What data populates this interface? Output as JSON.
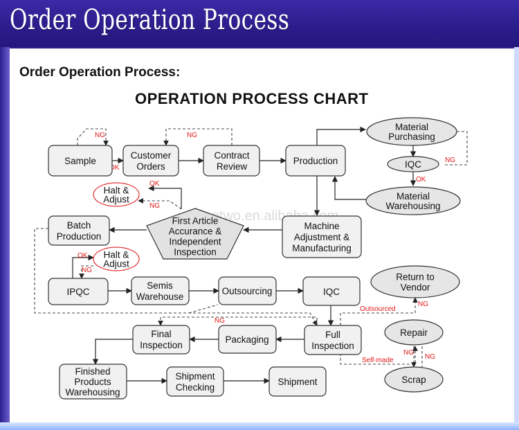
{
  "banner": {
    "title": "Order Operation Process"
  },
  "document": {
    "heading": "Order Operation Process:",
    "chart_title": "OPERATION PROCESS CHART",
    "watermark": "yubiaotwo.en.alibaba.com"
  },
  "nodes": {
    "sample": [
      "Sample"
    ],
    "customer_orders": [
      "Customer",
      "Orders"
    ],
    "contract_review": [
      "Contract",
      "Review"
    ],
    "production": [
      "Production"
    ],
    "material_purchasing": [
      "Material",
      "Purchasing"
    ],
    "iqc_top": [
      "IQC"
    ],
    "material_warehousing": [
      "Material",
      "Warehousing"
    ],
    "halt_adjust_1": [
      "Halt &",
      "Adjust"
    ],
    "first_article": [
      "First Article",
      "Accurance &",
      "Independent",
      "Inspection"
    ],
    "batch_production": [
      "Batch",
      "Production"
    ],
    "machine_adjustment": [
      "Machine",
      "Adjustment &",
      "Manufacturing"
    ],
    "halt_adjust_2": [
      "Halt &",
      "Adjust"
    ],
    "ipqc": [
      "IPQC"
    ],
    "semis_warehouse": [
      "Semis",
      "Warehouse"
    ],
    "outsourcing": [
      "Outsourcing"
    ],
    "iqc_mid": [
      "IQC"
    ],
    "return_to_vendor": [
      "Return to",
      "Vendor"
    ],
    "final_inspection": [
      "Final",
      "Inspection"
    ],
    "packaging": [
      "Packaging"
    ],
    "full_inspection": [
      "Full",
      "Inspection"
    ],
    "repair": [
      "Repair"
    ],
    "scrap": [
      "Scrap"
    ],
    "finished_products": [
      "Finished",
      "Products",
      "Warehousing"
    ],
    "shipment_checking": [
      "Shipment",
      "Checking"
    ],
    "shipment": [
      "Shipment"
    ]
  },
  "edge_labels": {
    "ng_sample": "NG",
    "ok_sample": "OK",
    "ng_contract": "NG",
    "ng_iqc_top": "NG",
    "ok_iqc_top": "OK",
    "ok_first_article": "OK",
    "ng_first_article": "NG",
    "ok_ipqc": "OK",
    "ng_ipqc": "NG",
    "ng_final": "NG",
    "outsourced": "Outsourced",
    "ng_vendor": "NG",
    "self_made": "Self-made",
    "ng_repair": "NG",
    "ng_scrap": "NG"
  },
  "colors": {
    "banner": "#2d1f8e",
    "node_fill": "#f1f1f1",
    "node_stroke": "#333333",
    "ellipse_fill": "#e6e6e6",
    "halt_stroke": "#e03030",
    "label_red": "#e01818"
  }
}
